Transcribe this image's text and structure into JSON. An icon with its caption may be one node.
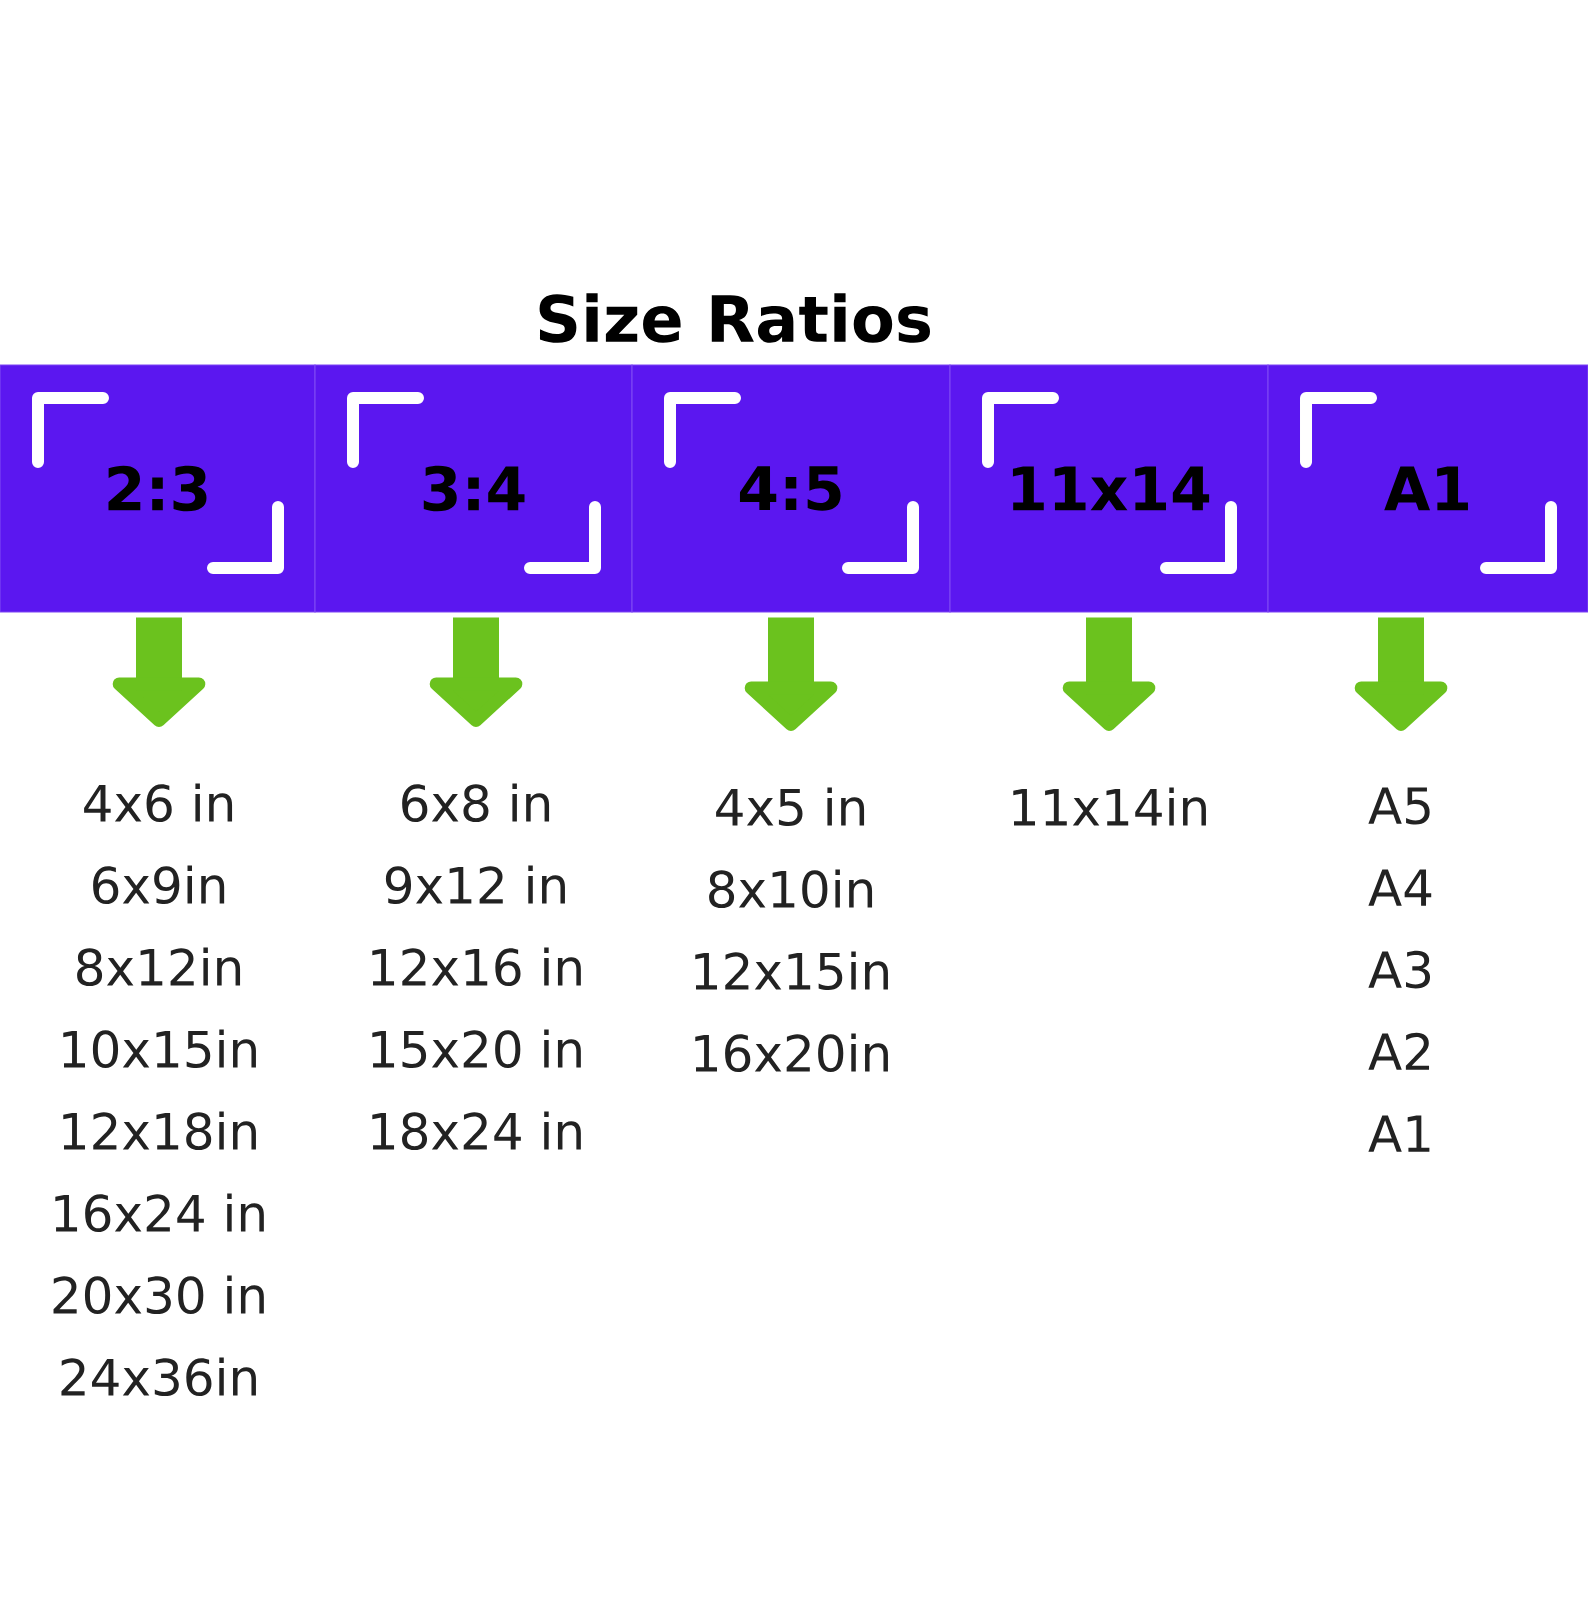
{
  "diagram": {
    "title": "Size Ratios",
    "nodes": [
      {
        "text": [
          "2:3"
        ]
      },
      {
        "text": [
          "3:4"
        ]
      },
      {
        "text": [
          "4:5"
        ]
      },
      {
        "text": [
          "11x14"
        ]
      },
      {
        "text": [
          "A1"
        ]
      },
      {
        "text": [
          "4x6 in",
          "6x9in",
          "8x12in",
          "10x15in",
          "12x18in",
          "16x24 in",
          "20x30 in",
          "24x36in"
        ]
      },
      {
        "text": [
          "6x8 in",
          "9x12 in",
          "12x16 in",
          "15x20 in",
          "18x24 in"
        ]
      },
      {
        "text": [
          "4x5 in",
          "8x10in",
          "12x15in",
          "16x20in"
        ]
      },
      {
        "text": [
          "11x14in"
        ]
      },
      {
        "text": [
          "A5",
          "A4",
          "A3",
          "A2",
          "A1"
        ]
      }
    ],
    "edges": [
      {
        "from": 0,
        "to": 5,
        "arrow": "to"
      },
      {
        "from": 1,
        "to": 6,
        "arrow": "to"
      },
      {
        "from": 2,
        "to": 7,
        "arrow": "to"
      },
      {
        "from": 3,
        "to": 8,
        "arrow": "to"
      },
      {
        "from": 4,
        "to": 9,
        "arrow": "to"
      }
    ]
  }
}
